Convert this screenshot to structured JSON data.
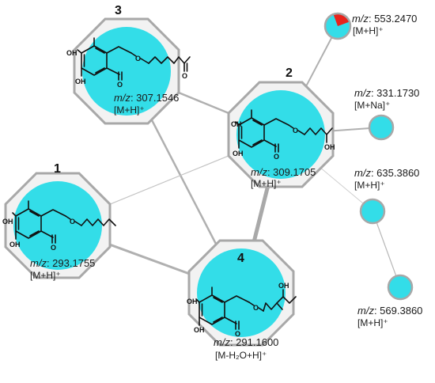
{
  "colors": {
    "node_fill": "#33dde8",
    "octagon_fill": "#f2f2f2",
    "octagon_stroke": "#a8a8a8",
    "edge": "#aaaaaa",
    "pie_red": "#e8241c"
  },
  "nodes": {
    "n1": {
      "id": "1",
      "mz_prefix": "m/z",
      "mz_value": ": 293.1755",
      "ion": "[M+H]⁺"
    },
    "n2": {
      "id": "2",
      "mz_prefix": "m/z",
      "mz_value": ": 309.1705",
      "ion": "[M+H]⁺"
    },
    "n3": {
      "id": "3",
      "mz_prefix": "m/z",
      "mz_value": ": 307.1546",
      "ion": "[M+H]⁺"
    },
    "n4": {
      "id": "4",
      "mz_prefix": "m/z",
      "mz_value": ": 291.1600",
      "ion": "[M-H₂O+H]⁺"
    },
    "s1": {
      "mz_prefix": "m/z",
      "mz_value": ": 553.2470",
      "ion": "[M+H]⁺"
    },
    "s2": {
      "mz_prefix": "m/z",
      "mz_value": ": 331.1730",
      "ion": "[M+Na]⁺"
    },
    "s3": {
      "mz_prefix": "m/z",
      "mz_value": ": 635.3860",
      "ion": "[M+H]⁺"
    },
    "s4": {
      "mz_prefix": "m/z",
      "mz_value": ": 569.3860",
      "ion": "[M+H]⁺"
    }
  },
  "atoms": {
    "OH": "OH",
    "O": "O"
  },
  "pie_fraction_red": 0.25
}
